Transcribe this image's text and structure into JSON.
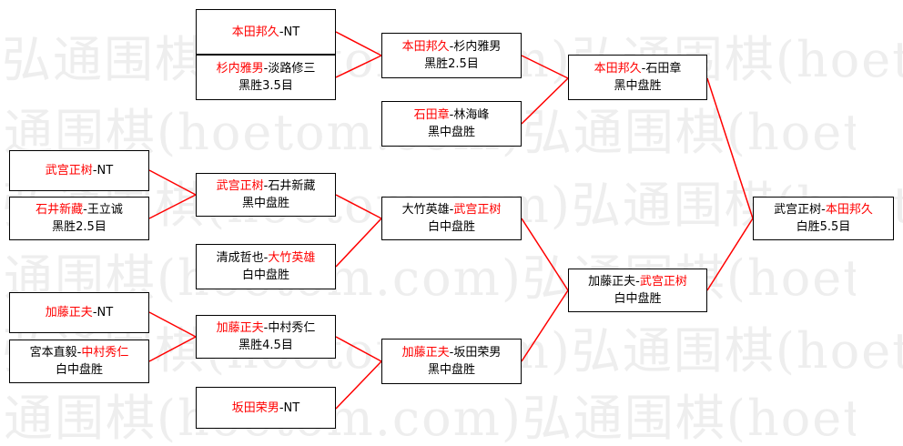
{
  "watermark": [
    "弘通围棋(hoetom.com)弘通围棋(hoetom.com)",
    "弘通围棋(hoetom.com)弘通围棋(hoetom.com)",
    "弘通围棋(hoetom.com)弘通围棋(hoetom.com)",
    "弘通围棋(hoetom.com)弘通围棋(hoetom.com)",
    "弘通围棋(hoetom.com)弘通围棋(hoetom.com)",
    "弘通围棋(hoetom.com)弘通围棋(hoetom.com)"
  ],
  "sep": "-",
  "colors": {
    "winner": "#ff0000",
    "line": "#ff0000",
    "border": "#000000"
  },
  "matches": {
    "r1_1": {
      "p1": "本田邦久",
      "p2": "NT",
      "winner": 1,
      "result": ""
    },
    "r1_2": {
      "p1": "杉内雅男",
      "p2": "淡路修三",
      "winner": 1,
      "result": "黑胜3.5目"
    },
    "r1_3": {
      "p1": "武宫正树",
      "p2": "NT",
      "winner": 1,
      "result": ""
    },
    "r1_4": {
      "p1": "石井新藏",
      "p2": "王立诚",
      "winner": 1,
      "result": "黑胜2.5目"
    },
    "r1_5": {
      "p1": "加藤正夫",
      "p2": "NT",
      "winner": 1,
      "result": ""
    },
    "r1_6": {
      "p1": "宮本直毅",
      "p2": "中村秀仁",
      "winner": 2,
      "result": "白中盘胜"
    },
    "r1_7": {
      "p1": "坂田荣男",
      "p2": "NT",
      "winner": 1,
      "result": ""
    },
    "r2_1": {
      "p1": "本田邦久",
      "p2": "杉内雅男",
      "winner": 1,
      "result": "黑胜2.5目"
    },
    "r2_2": {
      "p1": "石田章",
      "p2": "林海峰",
      "winner": 1,
      "result": "黑中盘胜"
    },
    "r2_3": {
      "p1": "武宫正树",
      "p2": "石井新藏",
      "winner": 1,
      "result": "黑中盘胜"
    },
    "r2_4": {
      "p1": "清成哲也",
      "p2": "大竹英雄",
      "winner": 2,
      "result": "白中盘胜"
    },
    "r2_5": {
      "p1": "加藤正夫",
      "p2": "中村秀仁",
      "winner": 1,
      "result": "黑胜4.5目"
    },
    "r3_1": {
      "p1": "大竹英雄",
      "p2": "武宫正树",
      "winner": 2,
      "result": "白中盘胜"
    },
    "r3_2": {
      "p1": "加藤正夫",
      "p2": "坂田荣男",
      "winner": 1,
      "result": "黑中盘胜"
    },
    "sf_1": {
      "p1": "本田邦久",
      "p2": "石田章",
      "winner": 1,
      "result": "黑中盘胜"
    },
    "sf_2": {
      "p1": "加藤正夫",
      "p2": "武宫正树",
      "winner": 2,
      "result": "白中盘胜"
    },
    "final": {
      "p1": "武宫正树",
      "p2": "本田邦久",
      "winner": 2,
      "result": "白胜5.5目"
    }
  }
}
